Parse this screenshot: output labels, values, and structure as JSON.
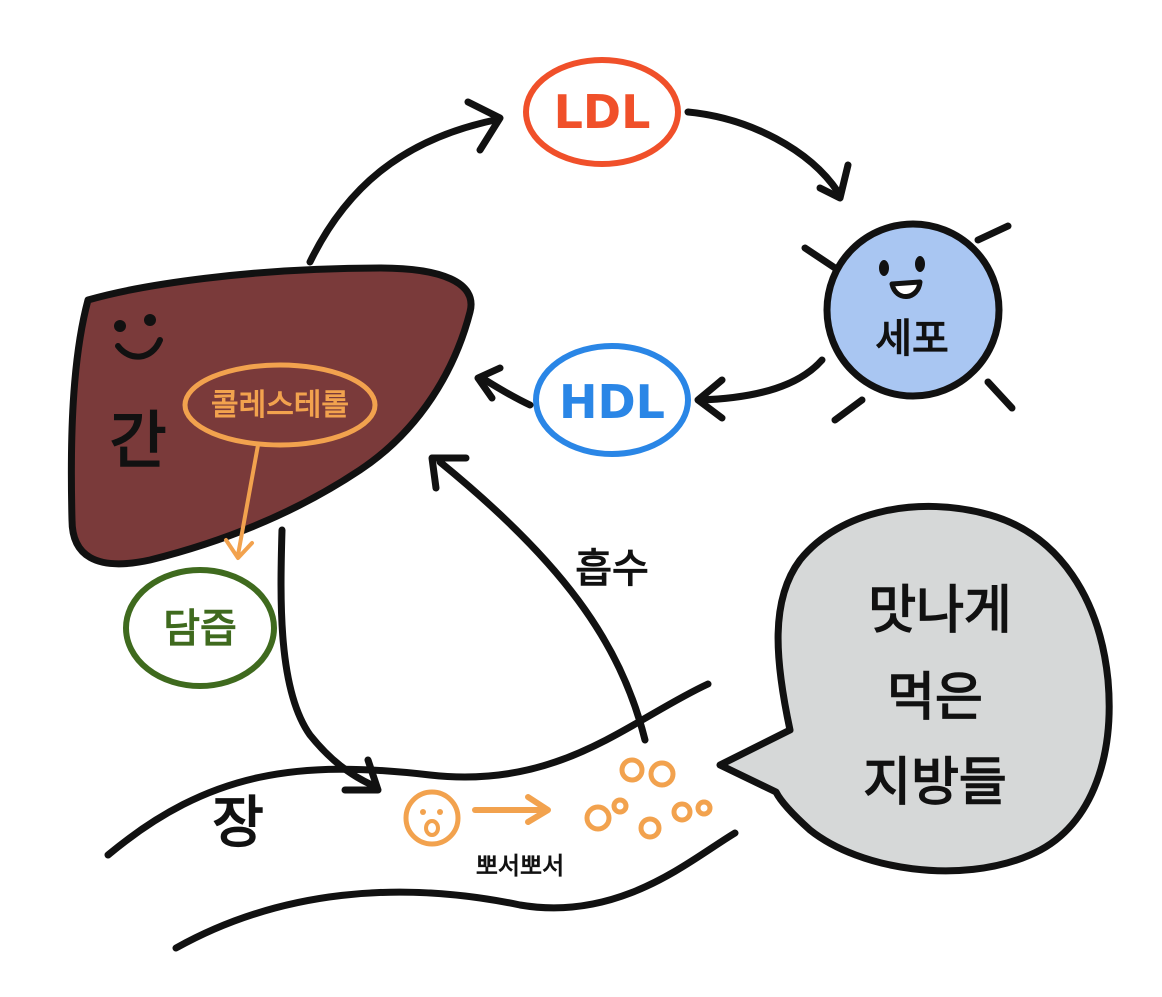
{
  "colors": {
    "liver": "#7a3a3a",
    "ink": "#111111",
    "ldl": "#f0502a",
    "hdl": "#2a86e6",
    "cell": "#a9c6f2",
    "cholesterol": "#f2a24e",
    "bile": "#3f6a1e",
    "bubble": "#d6d8d8",
    "fat": "#f2a24e"
  },
  "labels": {
    "liver": "간",
    "cholesterol": "콜레스테롤",
    "bile": "담즙",
    "ldl": "LDL",
    "hdl": "HDL",
    "cell": "세포",
    "absorption": "흡수",
    "intestine": "장",
    "breakdown": "뽀서뽀서",
    "speech_line1": "맛나게",
    "speech_line2": "먹은",
    "speech_line3": "지방들"
  },
  "icons": {
    "liver_face": "smile-face-icon",
    "cell_face": "happy-face-icon",
    "fat_face": "sad-face-icon"
  }
}
